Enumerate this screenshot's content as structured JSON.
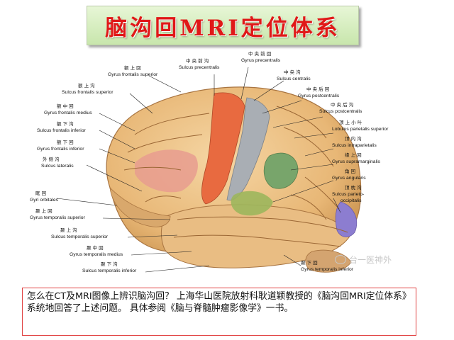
{
  "title": "脑沟回MRI定位体系",
  "watermark": "台一医神外",
  "caption": "怎么在CT及MRI图像上辨识脑沟回？ 上海华山医院放射科耿道颖教授的《脑沟回MRI定位体系》系统地回答了上述问题。 具体参阅《脑与脊髓肿瘤影像学》一书。",
  "labels": [
    {
      "id": "sfg",
      "cn": "额 上 回",
      "la": "Gyrus frontalis superior"
    },
    {
      "id": "sfs",
      "cn": "额 上 沟",
      "la": "Sulcus frontalis superior"
    },
    {
      "id": "mfg",
      "cn": "额 中 回",
      "la": "Gyrus frontalis medius"
    },
    {
      "id": "ifs",
      "cn": "额 下 沟",
      "la": "Sulcus frontalis inferior"
    },
    {
      "id": "ifg",
      "cn": "额 下 回",
      "la": "Gyrus frontalis inferior"
    },
    {
      "id": "ls",
      "cn": "外 侧 沟",
      "la": "Sulcus lateralis"
    },
    {
      "id": "og",
      "cn": "眶 回",
      "la": "Gyri orbitales"
    },
    {
      "id": "stg",
      "cn": "颞 上 回",
      "la": "Gyrus temporalis superior"
    },
    {
      "id": "sts",
      "cn": "颞 上 沟",
      "la": "Sulcus temporalis superior"
    },
    {
      "id": "mtg",
      "cn": "颞 中 回",
      "la": "Gyrus temporalis medius"
    },
    {
      "id": "its",
      "cn": "颞 下 沟",
      "la": "Sulcus temporalis inferior"
    },
    {
      "id": "prcs",
      "cn": "中 央 前 沟",
      "la": "Sulcus precentralis"
    },
    {
      "id": "prcg",
      "cn": "中 央 前 回",
      "la": "Gyrus precentralis"
    },
    {
      "id": "cs",
      "cn": "中 央 沟",
      "la": "Sulcus centralis"
    },
    {
      "id": "pocg",
      "cn": "中 央 后 回",
      "la": "Gyrus postcentralis"
    },
    {
      "id": "pocs",
      "cn": "中 央 后 沟",
      "la": "Sulcus postcentralis"
    },
    {
      "id": "spl",
      "cn": "顶 上 小 叶",
      "la": "Lobulus parietalis superior"
    },
    {
      "id": "ips",
      "cn": "顶 内 沟",
      "la": "Sulcus intraparietalis"
    },
    {
      "id": "smg",
      "cn": "缘 上 回",
      "la": "Gyrus supramarginalis"
    },
    {
      "id": "ag",
      "cn": "角 回",
      "la": "Gyrus angularis"
    },
    {
      "id": "pos",
      "cn": "顶 枕 沟",
      "la": "Sulcus parieto-"
    },
    {
      "id": "itg",
      "cn": "颞 下 回",
      "la": "Gyrus temporalis inferior"
    }
  ],
  "labels_extra": {
    "pos_line2": "occipitalis"
  }
}
